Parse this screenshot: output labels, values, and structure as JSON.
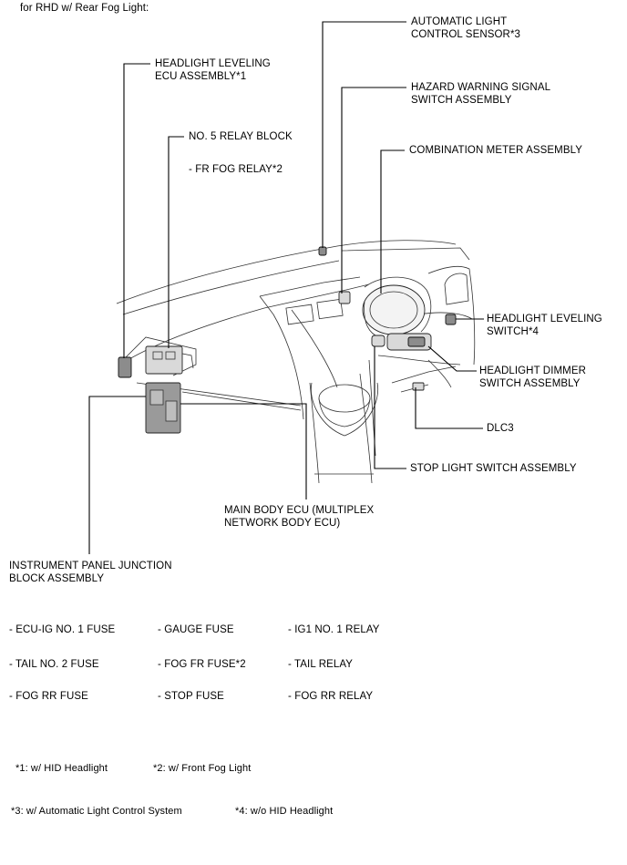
{
  "header": "for RHD w/ Rear Fog Light:",
  "labels": {
    "auto_light_sensor": [
      "AUTOMATIC LIGHT",
      "CONTROL SENSOR*3"
    ],
    "headlight_leveling_ecu": [
      "HEADLIGHT LEVELING",
      "ECU ASSEMBLY*1"
    ],
    "hazard_switch": [
      "HAZARD WARNING SIGNAL",
      "SWITCH ASSEMBLY"
    ],
    "relay_block": "NO. 5 RELAY BLOCK",
    "fr_fog_relay": "- FR FOG RELAY*2",
    "combination_meter": "COMBINATION METER ASSEMBLY",
    "leveling_switch": [
      "HEADLIGHT LEVELING",
      "SWITCH*4"
    ],
    "dimmer_switch": [
      "HEADLIGHT DIMMER",
      "SWITCH ASSEMBLY"
    ],
    "dlc3": "DLC3",
    "stop_light_switch": "STOP LIGHT SWITCH ASSEMBLY",
    "main_body_ecu": [
      "MAIN BODY ECU (MULTIPLEX",
      "NETWORK BODY ECU)"
    ],
    "junction_block": [
      "INSTRUMENT PANEL JUNCTION",
      "BLOCK ASSEMBLY"
    ]
  },
  "fuses": [
    [
      "- ECU-IG NO. 1 FUSE",
      "- GAUGE FUSE",
      "- IG1 NO. 1 RELAY"
    ],
    [
      "- TAIL NO. 2 FUSE",
      "- FOG FR FUSE*2",
      "- TAIL RELAY"
    ],
    [
      "- FOG RR FUSE",
      "- STOP FUSE",
      "- FOG RR RELAY"
    ]
  ],
  "footnotes": [
    "*1: w/ HID Headlight",
    "*2: w/ Front Fog Light",
    "*3: w/ Automatic Light Control System",
    "*4: w/o HID Headlight"
  ]
}
